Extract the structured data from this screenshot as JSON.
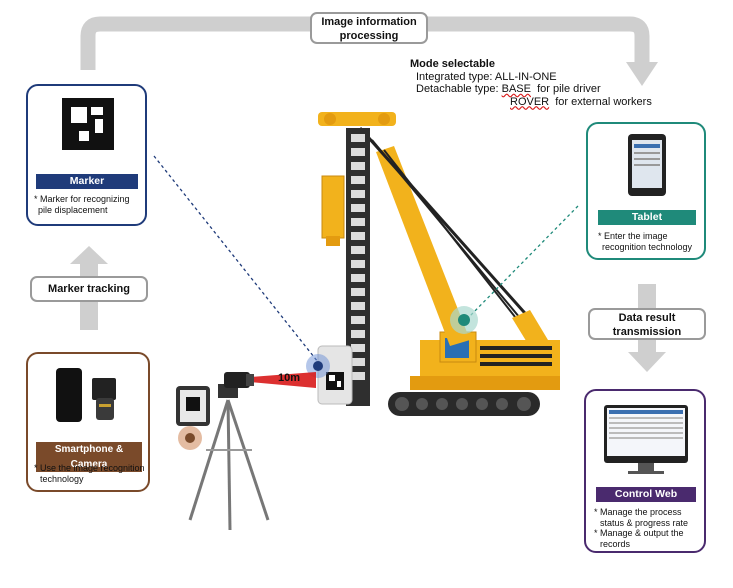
{
  "flow": {
    "image_info_line1": "Image information",
    "image_info_line2": "processing",
    "marker_tracking": "Marker tracking",
    "data_result_line1": "Data result",
    "data_result_line2": "transmission"
  },
  "mode": {
    "title": "Mode selectable",
    "integrated": "Integrated type: ALL-IN-ONE",
    "detachable_prefix": "Detachable type:",
    "base_word": "BASE",
    "base_desc": "  for pile driver",
    "rover_word": "ROVER",
    "rover_desc": "  for external workers"
  },
  "marker_card": {
    "label": "Marker",
    "note_line1": "* Marker for recognizing",
    "note_line2": "pile displacement"
  },
  "tablet_card": {
    "label": "Tablet",
    "note_line1": "* Enter the image",
    "note_line2": "recognition technology"
  },
  "phone_card": {
    "label": "Smartphone & Camera",
    "note_line1": "* Use the image recognition",
    "note_line2": "technology"
  },
  "web_card": {
    "label": "Control Web",
    "note1_line1": "* Manage the process",
    "note1_line2": "status & progress rate",
    "note2_line1": "* Manage & output the",
    "note2_line2": "records"
  },
  "distance_label": "10m",
  "colors": {
    "marker_blue": "#1f3b7a",
    "tablet_teal": "#1f8a7a",
    "phone_brown": "#7a4a2a",
    "web_purple": "#4a2a6e",
    "arrow_gray": "#cfcfcf",
    "crane_yellow": "#f2b21c",
    "laser_red": "#d81a1a"
  }
}
